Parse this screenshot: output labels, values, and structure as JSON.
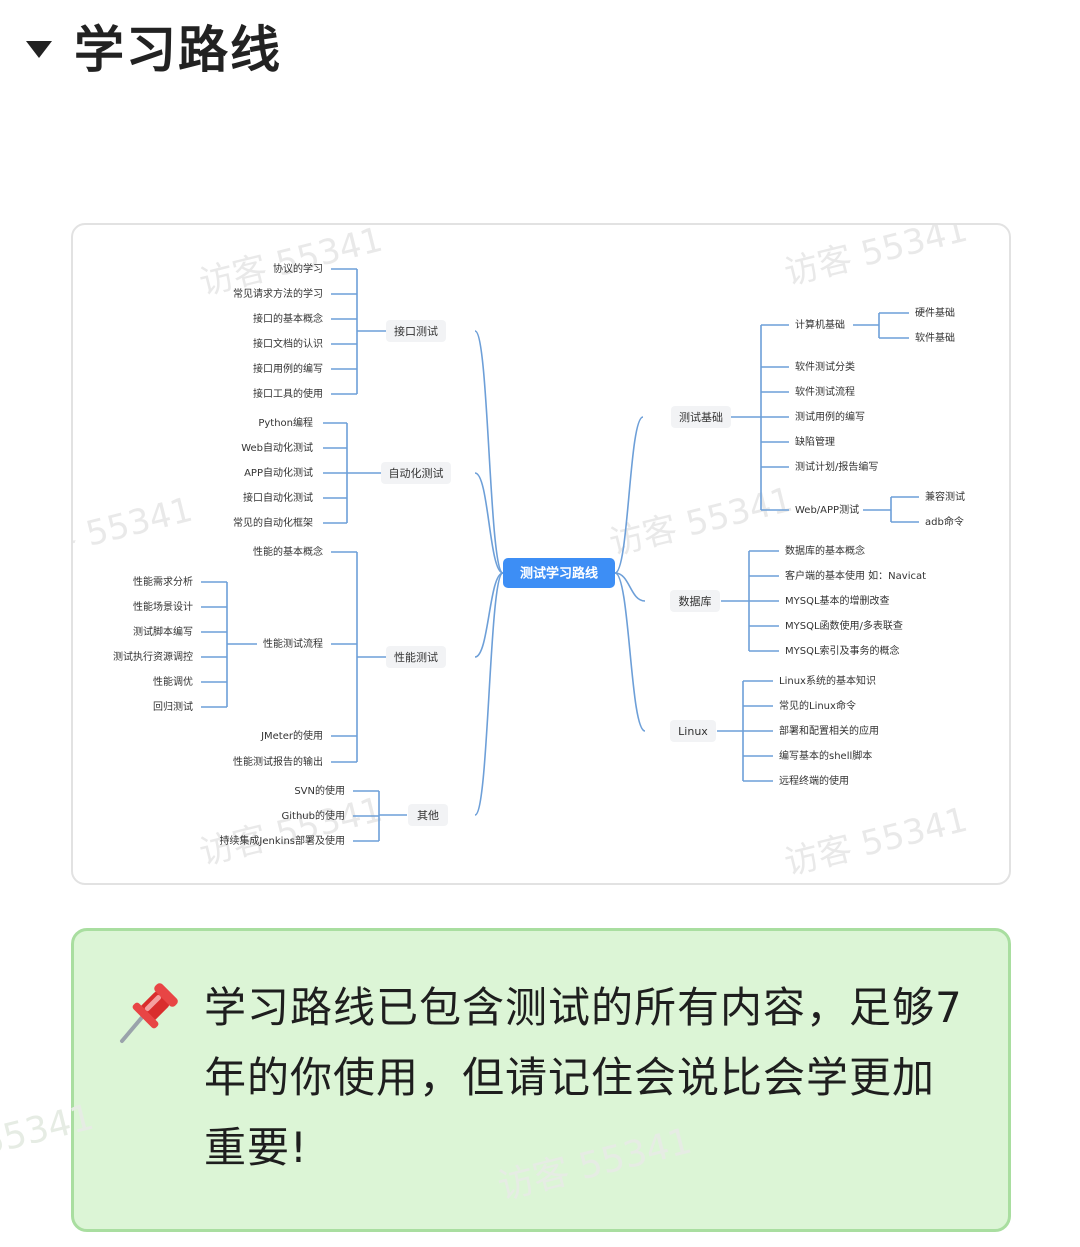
{
  "section": {
    "title": "学习路线"
  },
  "mindmap": {
    "root": "测试学习路线",
    "watermark": "访客 55341",
    "left": [
      {
        "label": "接口测试",
        "children": [
          "协议的学习",
          "常见请求方法的学习",
          "接口的基本概念",
          "接口文档的认识",
          "接口用例的编写",
          "接口工具的使用"
        ]
      },
      {
        "label": "自动化测试",
        "children": [
          "Python编程",
          "Web自动化测试",
          "APP自动化测试",
          "接口自动化测试",
          "常见的自动化框架"
        ]
      },
      {
        "label": "性能测试",
        "children": [
          "性能的基本概念",
          "性能测试流程",
          "JMeter的使用",
          "性能测试报告的输出"
        ],
        "flow_children": [
          "性能需求分析",
          "性能场景设计",
          "测试脚本编写",
          "测试执行资源调控",
          "性能调优",
          "回归测试"
        ]
      },
      {
        "label": "其他",
        "children": [
          "SVN的使用",
          "Github的使用",
          "持续集成Jenkins部署及使用"
        ]
      }
    ],
    "right": [
      {
        "label": "测试基础",
        "children": [
          "计算机基础",
          "软件测试分类",
          "软件测试流程",
          "测试用例的编写",
          "缺陷管理",
          "测试计划/报告编写",
          "Web/APP测试"
        ],
        "computer_children": [
          "硬件基础",
          "软件基础"
        ],
        "webapp_children": [
          "兼容测试",
          "adb命令"
        ]
      },
      {
        "label": "数据库",
        "children": [
          "数据库的基本概念",
          "客户端的基本使用 如：Navicat",
          "MYSQL基本的增删改查",
          "MYSQL函数使用/多表联查",
          "MYSQL索引及事务的概念"
        ]
      },
      {
        "label": "Linux",
        "children": [
          "Linux系统的基本知识",
          "常见的Linux命令",
          "部署和配置相关的应用",
          "编写基本的shell脚本",
          "远程终端的使用"
        ]
      }
    ]
  },
  "callout": {
    "icon": "pushpin-icon",
    "text": "学习路线已包含测试的所有内容，足够7年的你使用，但请记住会说比会学更加重要!"
  },
  "colors": {
    "link": "#6d9fd8",
    "root": "#3d8ef5",
    "node_bg": "#f2f3f5",
    "callout_bg": "#dcf5d6",
    "callout_border": "#a9dea0"
  }
}
